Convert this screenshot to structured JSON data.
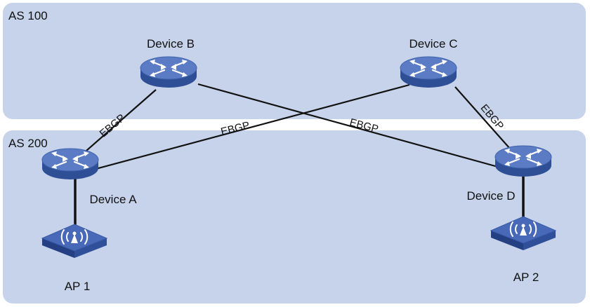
{
  "zones": [
    {
      "id": "as100",
      "label": "AS 100",
      "color": "#c6d3ea"
    },
    {
      "id": "as200",
      "label": "AS 200",
      "color": "#c6d3ea"
    }
  ],
  "devices": [
    {
      "id": "device_b",
      "label": "Device B",
      "kind": "router-icon"
    },
    {
      "id": "device_c",
      "label": "Device C",
      "kind": "router-icon"
    },
    {
      "id": "device_a",
      "label": "Device A",
      "kind": "router-icon"
    },
    {
      "id": "device_d",
      "label": "Device D",
      "kind": "router-icon"
    },
    {
      "id": "ap1",
      "label": "AP 1",
      "kind": "wireless-ap-icon"
    },
    {
      "id": "ap2",
      "label": "AP 2",
      "kind": "wireless-ap-icon"
    }
  ],
  "links": [
    {
      "id": "a_b",
      "from": "device_a",
      "to": "device_b",
      "label": "EBGP"
    },
    {
      "id": "a_c",
      "from": "device_a",
      "to": "device_c",
      "label": "EBGP"
    },
    {
      "id": "b_d",
      "from": "device_b",
      "to": "device_d",
      "label": "EBGP"
    },
    {
      "id": "c_d",
      "from": "device_c",
      "to": "device_d",
      "label": "EBGP"
    },
    {
      "id": "a_ap1",
      "from": "device_a",
      "to": "ap1",
      "label": ""
    },
    {
      "id": "d_ap2",
      "from": "device_d",
      "to": "ap2",
      "label": ""
    }
  ],
  "colors": {
    "router_top": "#5b7cc4",
    "router_side": "#2e4f96",
    "ap_top": "#4868b8",
    "ap_side": "#243f82",
    "link": "#111111"
  }
}
